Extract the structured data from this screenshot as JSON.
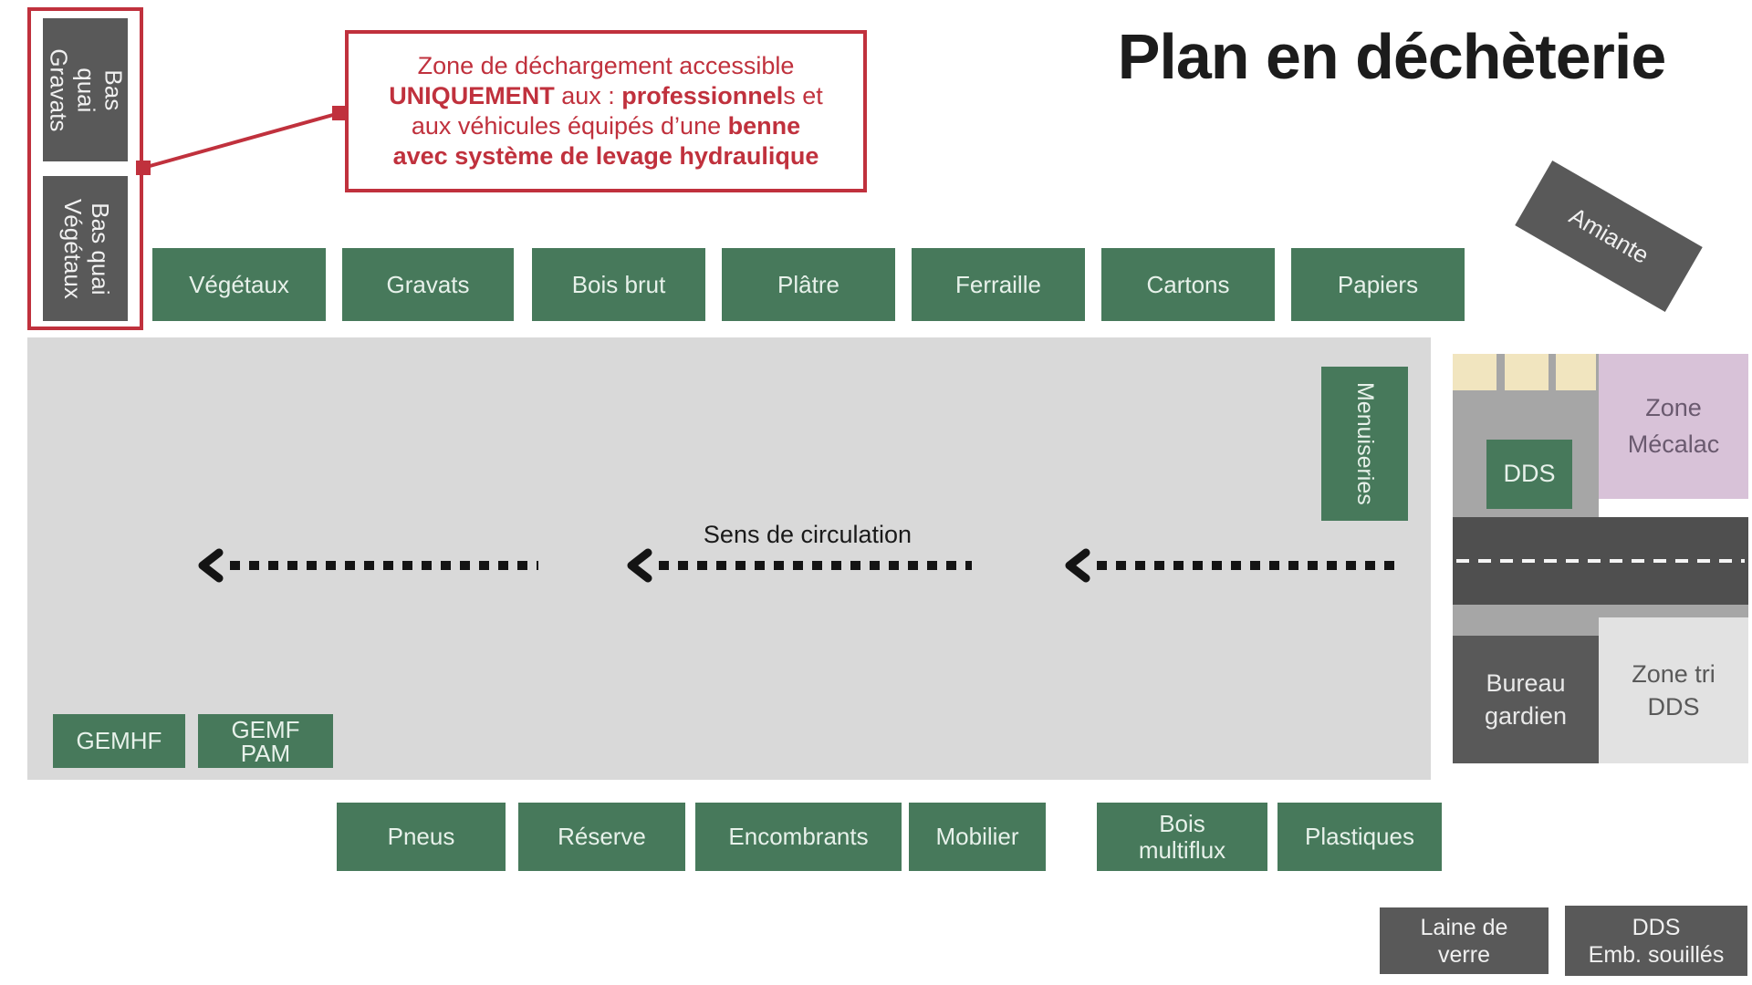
{
  "title": "Plan en déchèterie",
  "annotation": {
    "line1": "Zone de déchargement accessible",
    "line2_b1": "UNIQUEMENT",
    "line2_r1": " aux : ",
    "line2_b2": "professionnel",
    "line2_r2": "s et",
    "line3_r1": "aux véhicules équipés d’une ",
    "line3_b1": "benne",
    "line4_b1": "avec système de levage hydraulique"
  },
  "bas_quai": {
    "gravats": "Bas quai\nGravats",
    "vegetaux": "Bas quai\nVégétaux"
  },
  "top_row": [
    "Végétaux",
    "Gravats",
    "Bois brut",
    "Plâtre",
    "Ferraille",
    "Cartons",
    "Papiers"
  ],
  "platform": {
    "sens_label": "Sens de circulation",
    "menuiseries": "Menuiseries",
    "gemhf": "GEMHF",
    "gemf_pam": "GEMF\nPAM"
  },
  "bottom_row": [
    "Pneus",
    "Réserve",
    "Encombrants",
    "Mobilier",
    "Bois\nmultiflux",
    "Plastiques"
  ],
  "right_area": {
    "amiante": "Amiante",
    "zone_mecalac": "Zone\nMécalac",
    "dds": "DDS",
    "bureau_gardien": "Bureau\ngardien",
    "zone_tri_dds": "Zone tri\nDDS",
    "laine_de_verre": "Laine de\nverre",
    "dds_emb_souilles": "DDS\nEmb. souillés"
  },
  "colors": {
    "green": "#47795B",
    "dark_gray": "#595959",
    "red": "#c0313d",
    "platform_gray": "#d9d9d9",
    "medium_gray": "#a6a6a6",
    "road_gray": "#4f4f4f",
    "cream": "#f1e5bf",
    "purple": "#d8c2d8",
    "light_gray": "#e2e2e2",
    "black": "#141414"
  }
}
